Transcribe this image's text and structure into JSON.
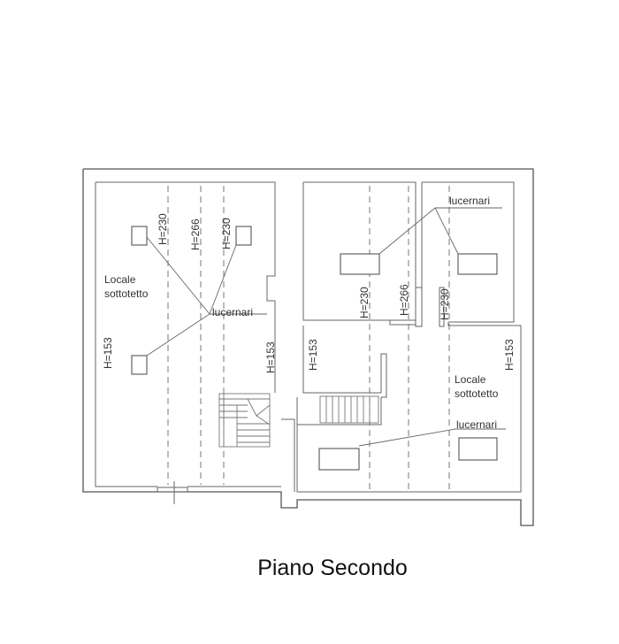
{
  "plan": {
    "title": "Piano Secondo",
    "room_label_1": "Locale",
    "room_label_2": "sottotetto",
    "skylight_label": "lucernari",
    "heights": {
      "h153": "H=153",
      "h230": "H=230",
      "h266": "H=266"
    }
  }
}
